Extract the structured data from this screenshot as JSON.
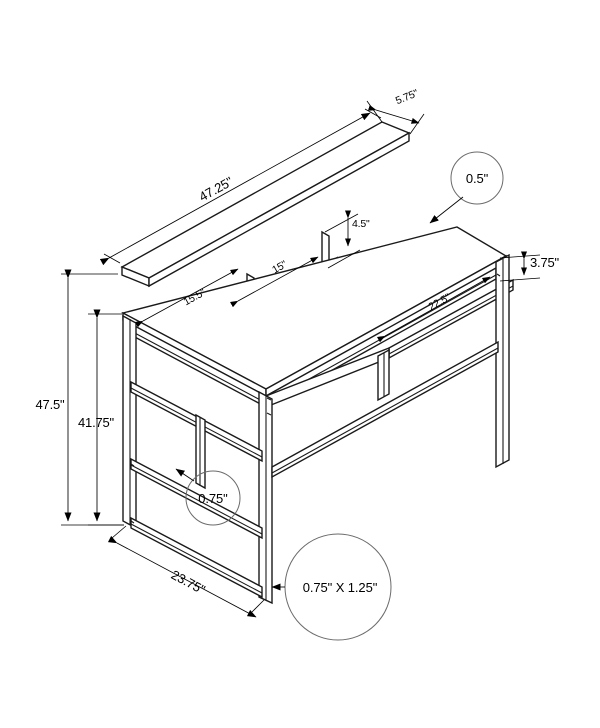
{
  "document": {
    "type": "isometric-dimension-drawing",
    "subject": "computer desk with hutch riser shelf",
    "background_color": "#ffffff",
    "line_color": "#1a1a1a",
    "callout_circle_color": "#6b6b6b"
  },
  "dimensions": {
    "hutch_width": "47.25\"",
    "hutch_depth": "5.75\"",
    "hutch_leg_height": "4.5\"",
    "hutch_divider_spacing": "15\"",
    "desk_top_depth_left": "15.5\"",
    "desk_top_width_front": "22.5\"",
    "apron_height": "3.75\"",
    "overall_height": "47.5\"",
    "desk_top_height": "41.75\"",
    "side_depth": "23.75\"",
    "panel_thickness": "0.5\"",
    "rail_thickness": "0.75\"",
    "leg_profile": "0.75\" X 1.25\""
  },
  "callouts": [
    {
      "id": "panel-thickness",
      "label": "0.5\"",
      "shape": "circle"
    },
    {
      "id": "rail-thickness",
      "label": "0.75\"",
      "shape": "circle"
    },
    {
      "id": "leg-profile",
      "label": "0.75\" X 1.25\"",
      "shape": "circle"
    }
  ],
  "linear_dimensions": [
    {
      "id": "hutch-width",
      "label": "47.25\""
    },
    {
      "id": "hutch-depth",
      "label": "5.75\""
    },
    {
      "id": "hutch-leg-height",
      "label": "4.5\""
    },
    {
      "id": "hutch-divider-spacing",
      "label": "15\""
    },
    {
      "id": "desk-depth",
      "label": "15.5\""
    },
    {
      "id": "desk-front-width",
      "label": "22.5\""
    },
    {
      "id": "apron-height",
      "label": "3.75\""
    },
    {
      "id": "overall-height",
      "label": "47.5\""
    },
    {
      "id": "worksurface-height",
      "label": "41.75\""
    },
    {
      "id": "side-depth",
      "label": "23.75\""
    }
  ]
}
